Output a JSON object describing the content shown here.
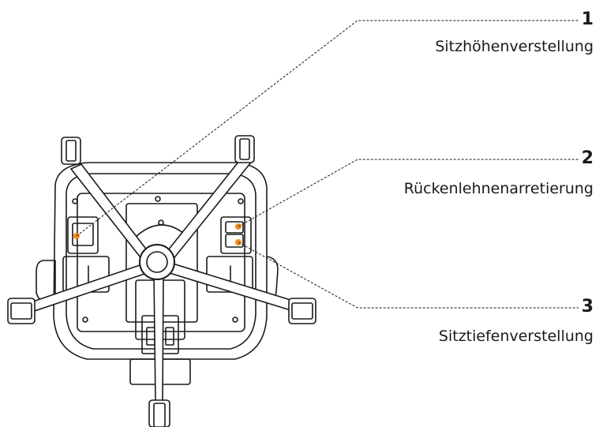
{
  "diagram": {
    "description_free": true,
    "accent_color": "#f28c1e",
    "line_color": "#1a1a1a",
    "callouts": [
      {
        "number": "1",
        "label": "Sitzhöhenverstellung"
      },
      {
        "number": "2",
        "label": "Rückenlehnenarretierung"
      },
      {
        "number": "3",
        "label": "Sitztiefenverstellung"
      }
    ]
  }
}
